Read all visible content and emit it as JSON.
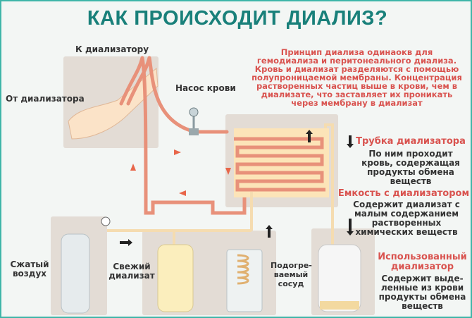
{
  "title": "КАК ПРОИСХОДИТ ДИАЛИЗ?",
  "labels": {
    "to_dialyzer": "К диализатору",
    "from_dialyzer": "От диализатора",
    "blood_pump": "Насос крови",
    "compressed_air": "Сжатый воздух",
    "fresh_dialysate": "Свежий диализат",
    "heated_vessel": "Подогре-ваемый сосуд"
  },
  "principle": "Принцип диализа одинаокв для гемодиализа и перитонеального диализа. Кровь и диализат разделяются с помощью полупроницаемой мембраны. Концентрация растворенных частиц выше в крови, чем в диализате, что заставляет их проникать через мембрану в диализат",
  "legend": [
    {
      "title": "Трубка диализатора",
      "text": "По ним проходит кровь, содержащая продукты обмена веществ"
    },
    {
      "title": "Емкость с диализатором",
      "text": "Содержит диализат с малым содержанием растворенных химических веществ"
    },
    {
      "title": "Использованный диализатор",
      "text": "Содержит выде-ленные из крови продукты обмена веществ"
    }
  ],
  "colors": {
    "title": "#19807a",
    "accent": "#d9534f",
    "tube": "#e8917a",
    "panel": "#e3dcd5"
  }
}
